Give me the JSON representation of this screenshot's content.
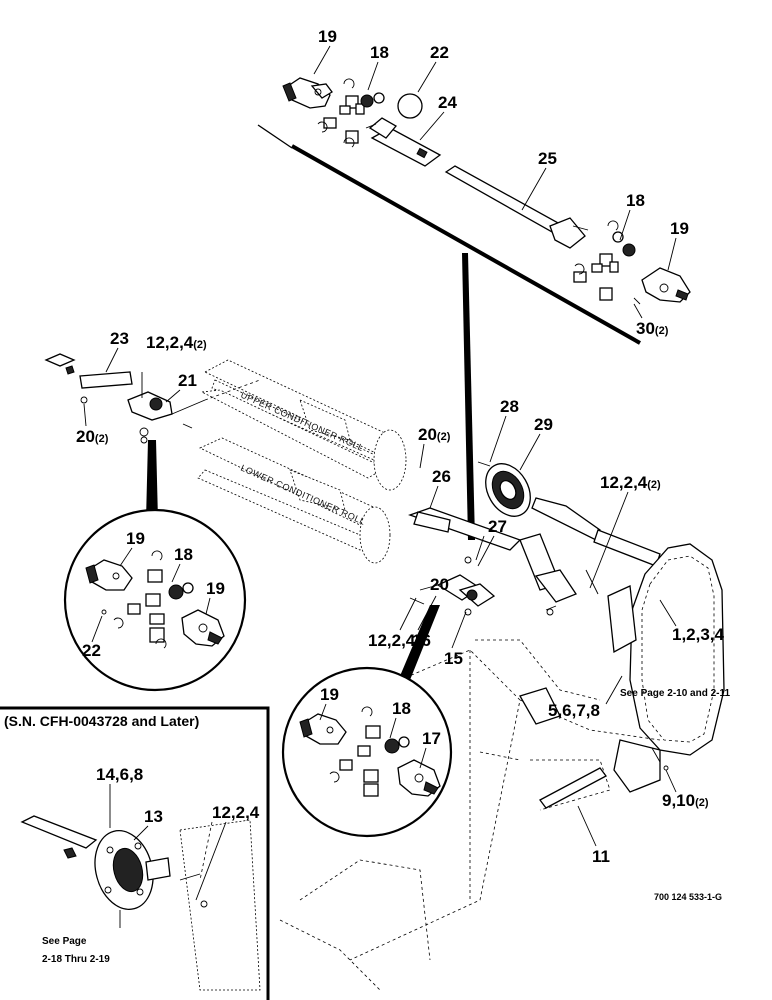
{
  "labels": {
    "top_19a": "19",
    "top_18a": "18",
    "top_22": "22",
    "top_24": "24",
    "top_25": "25",
    "top_18b": "18",
    "top_19b": "19",
    "top_30": "30",
    "top_30_qty": "(2)",
    "l_23": "23",
    "l_12": "12,2,4",
    "l_12_qty": "(2)",
    "l_21": "21",
    "l_20": "20",
    "l_20_qty": "(2)",
    "c_20": "20",
    "c_20_qty": "(2)",
    "c_28": "28",
    "c_29": "29",
    "c_26": "26",
    "c_27": "27",
    "c_20b": "20",
    "c_12": "12,2,4",
    "c_16": "16",
    "c_15": "15",
    "r_12": "12,2,4",
    "r_12_qty": "(2)",
    "r_1234": "1,2,3,4",
    "r_5678": "5,6,7,8",
    "r_910": "9,10",
    "r_910_qty": "(2)",
    "r_11": "11",
    "d1_19a": "19",
    "d1_18": "18",
    "d1_19b": "19",
    "d1_22": "22",
    "d2_19": "19",
    "d2_18": "18",
    "d2_17": "17",
    "i_14": "14,6,8",
    "i_13": "13",
    "i_12": "12,2,4"
  },
  "roll_text": {
    "upper": "UPPER CONDITIONER ROLL",
    "lower": "LOWER CONDITIONER ROLL"
  },
  "notes": {
    "see_page_right": "See Page 2-10 and 2-11",
    "see_page_inset_1": "See Page",
    "see_page_inset_2": "2-18 Thru 2-19",
    "serial_inset": "(S.N. CFH-0043728 and Later)",
    "figure_code": "700 124 533-1-G"
  }
}
